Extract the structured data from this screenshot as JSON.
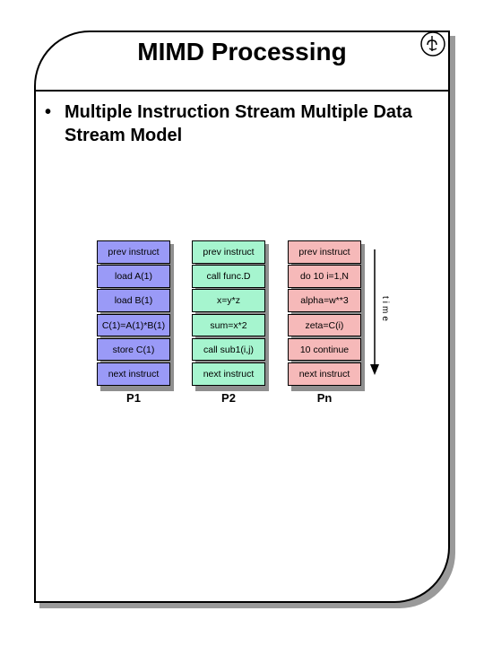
{
  "slide": {
    "title": "MIMD Processing",
    "bullet": "Multiple Instruction Stream Multiple Data Stream Model",
    "bullet_marker": "•"
  },
  "columns": [
    {
      "label": "P1",
      "color": "#9a9af7",
      "instructions": [
        "prev instruct",
        "load A(1)",
        "load B(1)",
        "C(1)=A(1)*B(1)",
        "store C(1)",
        "next instruct"
      ]
    },
    {
      "label": "P2",
      "color": "#a6f5cf",
      "instructions": [
        "prev instruct",
        "call func.D",
        "x=y*z",
        "sum=x*2",
        "call sub1(i,j)",
        "next instruct"
      ]
    },
    {
      "label": "Pn",
      "color": "#f6b9b9",
      "instructions": [
        "prev instruct",
        "do 10 i=1,N",
        "alpha=w**3",
        "zeta=C(i)",
        "10 continue",
        "next instruct"
      ]
    }
  ],
  "time_label": "time"
}
